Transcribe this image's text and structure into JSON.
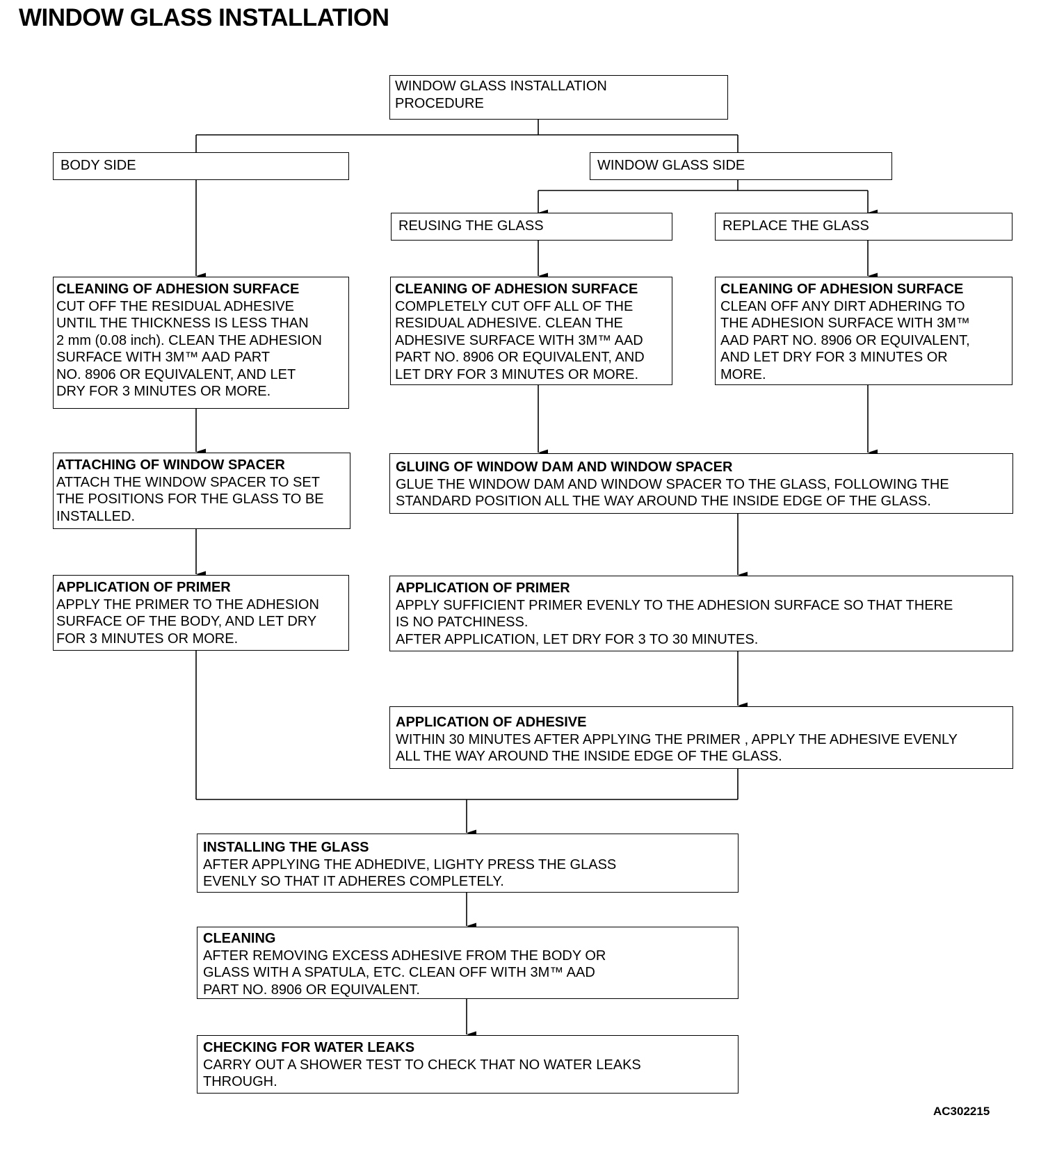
{
  "page_title": "WINDOW GLASS INSTALLATION",
  "reference_code": "AC302215",
  "flowchart": {
    "start": {
      "lines": [
        "WINDOW GLASS INSTALLATION",
        "PROCEDURE"
      ]
    },
    "body_side": {
      "label": "BODY SIDE",
      "cleaning": {
        "heading": "CLEANING OF ADHESION SURFACE",
        "lines": [
          "CUT OFF THE RESIDUAL ADHESIVE",
          "UNTIL THE THICKNESS IS LESS THAN",
          "2 mm (0.08 inch). CLEAN THE ADHESION",
          "SURFACE WITH 3M™ AAD PART",
          "NO. 8906 OR EQUIVALENT, AND LET",
          "DRY FOR 3 MINUTES OR MORE."
        ]
      },
      "spacer": {
        "heading": "ATTACHING OF WINDOW SPACER",
        "lines": [
          "ATTACH THE WINDOW SPACER TO SET",
          "THE POSITIONS FOR THE GLASS TO BE",
          "INSTALLED."
        ]
      },
      "primer": {
        "heading": "APPLICATION OF PRIMER",
        "lines": [
          "APPLY THE PRIMER TO THE ADHESION",
          "SURFACE OF THE BODY, AND LET DRY",
          "FOR 3 MINUTES OR MORE."
        ]
      }
    },
    "glass_side": {
      "label": "WINDOW GLASS SIDE",
      "reusing": {
        "label": "REUSING THE GLASS",
        "cleaning": {
          "heading": "CLEANING OF ADHESION SURFACE",
          "lines": [
            "COMPLETELY CUT OFF ALL OF THE",
            "RESIDUAL ADHESIVE. CLEAN THE",
            "ADHESIVE SURFACE WITH 3M™ AAD",
            "PART NO. 8906 OR EQUIVALENT, AND",
            "LET DRY FOR 3 MINUTES OR MORE."
          ]
        }
      },
      "replace": {
        "label": "REPLACE  THE GLASS",
        "cleaning": {
          "heading": "CLEANING OF ADHESION SURFACE",
          "lines": [
            "CLEAN OFF ANY DIRT ADHERING TO",
            "THE ADHESION SURFACE WITH 3M™",
            "AAD PART NO. 8906 OR EQUIVALENT,",
            "AND LET DRY FOR 3 MINUTES OR",
            "MORE."
          ]
        }
      },
      "gluing": {
        "heading": "GLUING OF WINDOW DAM AND WINDOW SPACER",
        "lines": [
          "GLUE THE WINDOW DAM AND WINDOW SPACER TO THE GLASS, FOLLOWING THE",
          "STANDARD POSITION ALL THE WAY AROUND THE INSIDE EDGE OF THE GLASS."
        ]
      },
      "primer": {
        "heading": "APPLICATION OF PRIMER",
        "lines": [
          "APPLY SUFFICIENT PRIMER EVENLY TO THE ADHESION SURFACE SO THAT THERE",
          "IS NO PATCHINESS.",
          "AFTER APPLICATION, LET DRY FOR 3 TO 30 MINUTES."
        ]
      },
      "adhesive": {
        "heading": "APPLICATION OF ADHESIVE",
        "lines": [
          "WITHIN 30 MINUTES AFTER APPLYING THE PRIMER , APPLY THE ADHESIVE EVENLY",
          "ALL THE WAY AROUND THE INSIDE EDGE OF THE GLASS."
        ]
      }
    },
    "installing": {
      "heading": "INSTALLING THE GLASS",
      "lines": [
        "AFTER APPLYING THE ADHEDIVE, LIGHTY  PRESS THE GLASS",
        "EVENLY SO THAT IT ADHERES COMPLETELY."
      ]
    },
    "cleaning": {
      "heading": "CLEANING",
      "lines": [
        "AFTER REMOVING EXCESS ADHESIVE FROM THE BODY OR",
        "GLASS WITH A SPATULA, ETC. CLEAN OFF  WITH 3M™ AAD",
        "PART NO. 8906 OR EQUIVALENT."
      ]
    },
    "water_leak": {
      "heading": "CHECKING FOR WATER  LEAKS",
      "lines": [
        "CARRY OUT A SHOWER TEST TO CHECK THAT NO WATER LEAKS",
        "THROUGH."
      ]
    }
  }
}
